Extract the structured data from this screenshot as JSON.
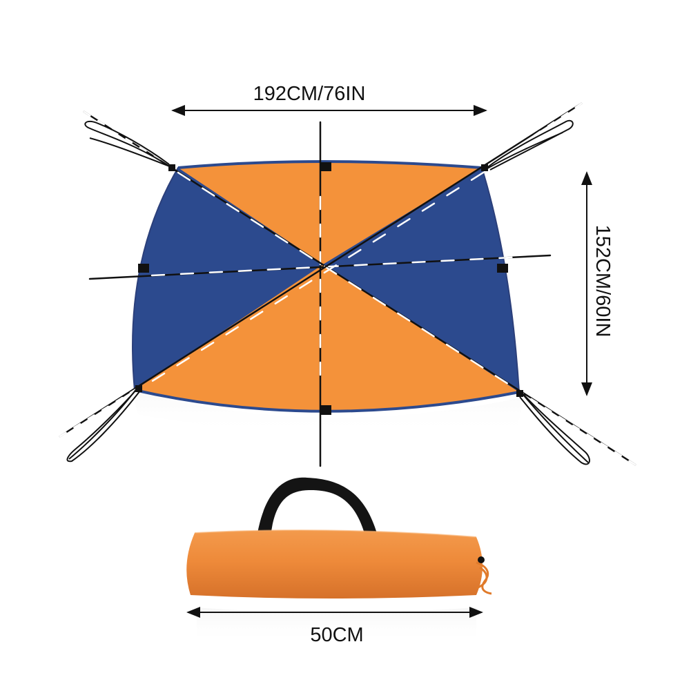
{
  "dimensions": {
    "width_label": "192CM/76IN",
    "height_label": "152CM/60IN",
    "bag_length_label": "50CM"
  },
  "colors": {
    "panel_orange": "#f4923a",
    "panel_blue": "#2c4a8e",
    "bag_orange": "#ee8a3a",
    "strap": "#111111",
    "frame_line": "#111111"
  },
  "icons": {
    "arrow": "double-headed-arrow-icon",
    "corner_strap": "strap-loop-icon",
    "bag": "storage-bag-icon"
  }
}
